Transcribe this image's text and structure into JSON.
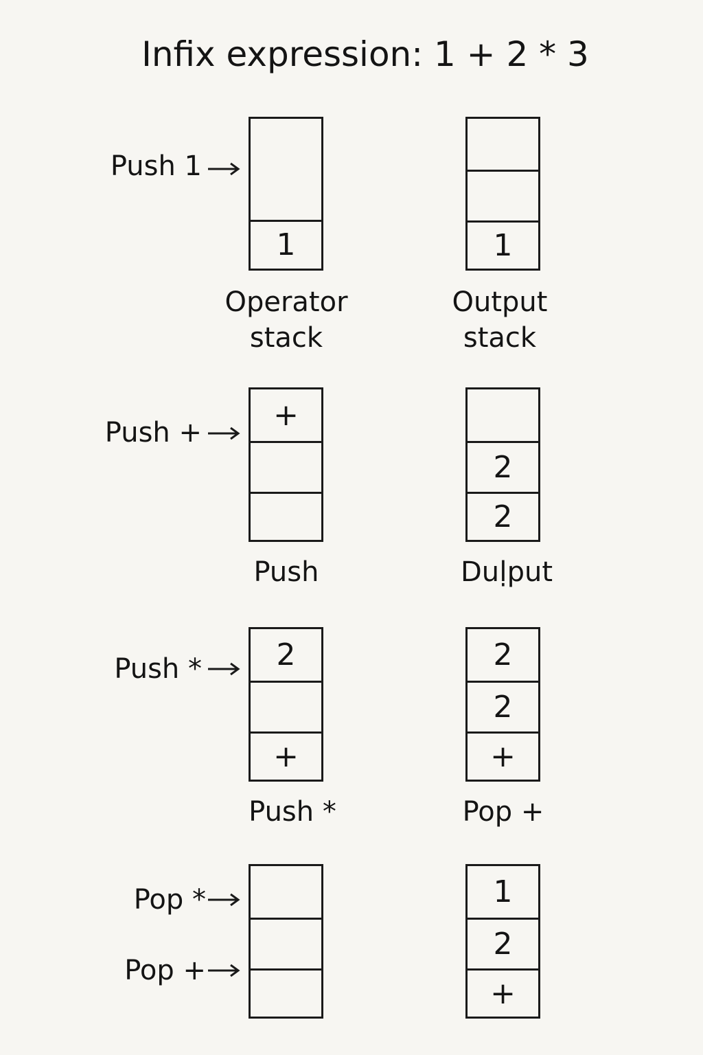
{
  "title": "Infix expression: 1 + 2 * 3",
  "rows": [
    {
      "label": "Push 1",
      "operator_cells": [
        "",
        "1"
      ],
      "operator_caption": [
        "Operator",
        "stack"
      ],
      "output_cells": [
        "",
        "",
        "1"
      ],
      "output_caption": [
        "Output",
        "stack"
      ]
    },
    {
      "label": "Push +",
      "operator_cells": [
        "+",
        "",
        ""
      ],
      "operator_caption": [
        "Push"
      ],
      "output_cells": [
        "",
        "2",
        "2"
      ],
      "output_caption": [
        "Duḷput"
      ]
    },
    {
      "label": "Push *",
      "operator_cells": [
        "2",
        "",
        "+"
      ],
      "operator_caption": [
        "Push *"
      ],
      "output_cells": [
        "2",
        "2",
        "+"
      ],
      "output_caption": [
        "Pop +"
      ]
    },
    {
      "labels": [
        "Pop *",
        "Pop +"
      ],
      "operator_cells": [
        "",
        "",
        ""
      ],
      "output_cells": [
        "1",
        "2",
        "+"
      ]
    }
  ]
}
